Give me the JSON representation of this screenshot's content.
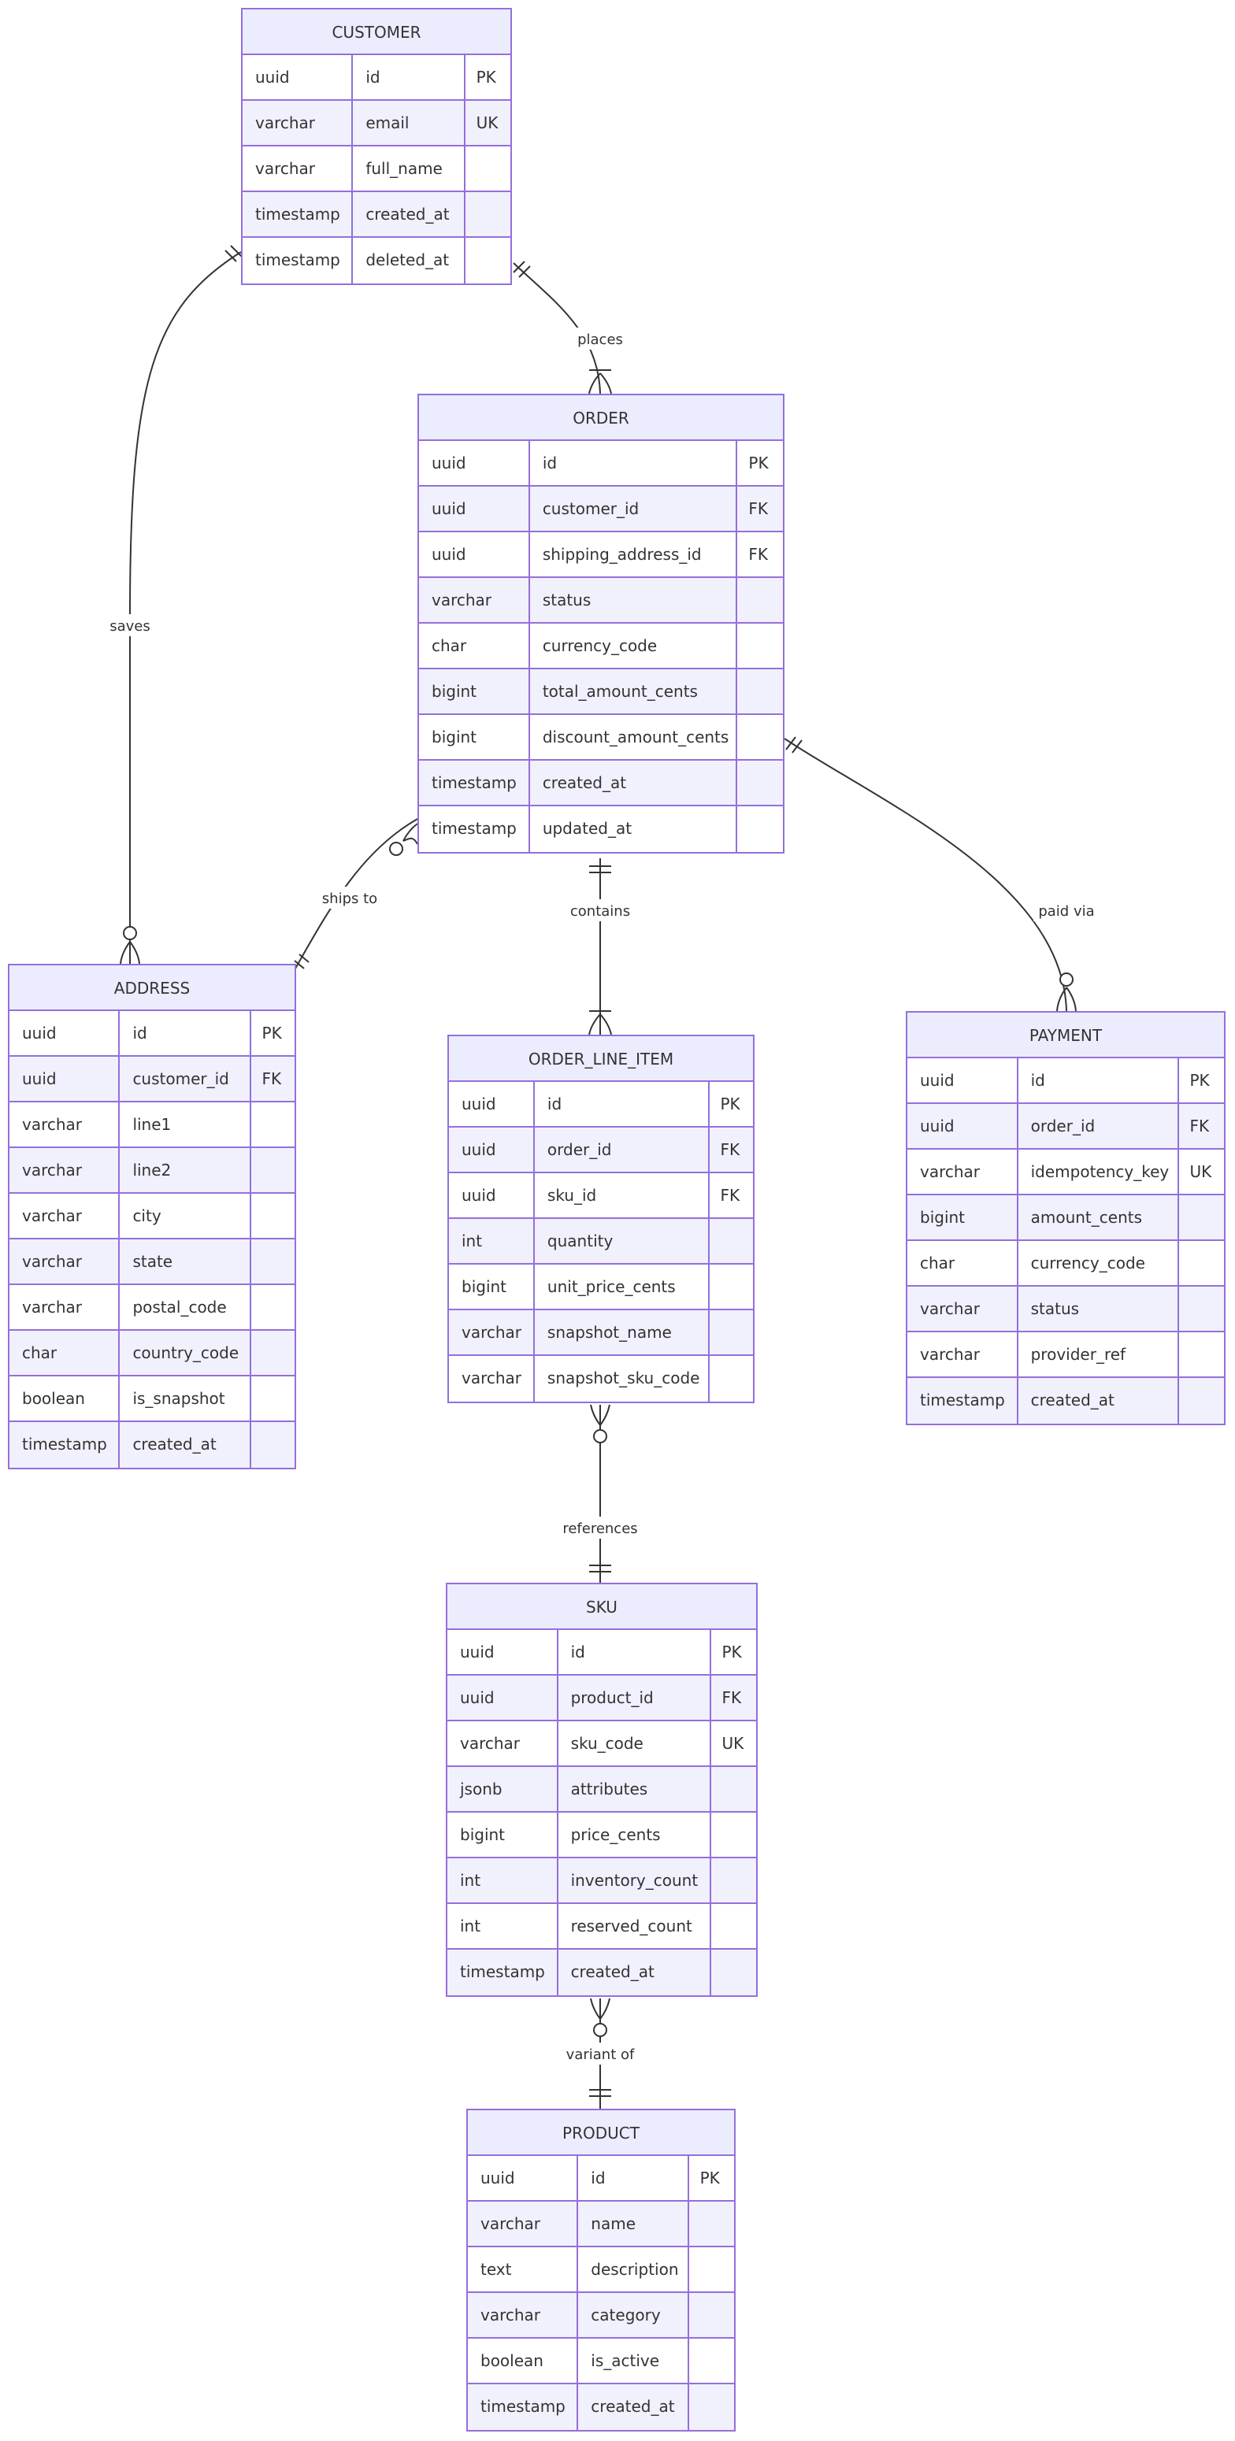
{
  "diagram": {
    "entities": [
      {
        "id": "customer",
        "name": "CUSTOMER",
        "attributes": [
          {
            "type": "uuid",
            "name": "id",
            "key": "PK"
          },
          {
            "type": "varchar",
            "name": "email",
            "key": "UK"
          },
          {
            "type": "varchar",
            "name": "full_name",
            "key": ""
          },
          {
            "type": "timestamp",
            "name": "created_at",
            "key": ""
          },
          {
            "type": "timestamp",
            "name": "deleted_at",
            "key": ""
          }
        ]
      },
      {
        "id": "order",
        "name": "ORDER",
        "attributes": [
          {
            "type": "uuid",
            "name": "id",
            "key": "PK"
          },
          {
            "type": "uuid",
            "name": "customer_id",
            "key": "FK"
          },
          {
            "type": "uuid",
            "name": "shipping_address_id",
            "key": "FK"
          },
          {
            "type": "varchar",
            "name": "status",
            "key": ""
          },
          {
            "type": "char",
            "name": "currency_code",
            "key": ""
          },
          {
            "type": "bigint",
            "name": "total_amount_cents",
            "key": ""
          },
          {
            "type": "bigint",
            "name": "discount_amount_cents",
            "key": ""
          },
          {
            "type": "timestamp",
            "name": "created_at",
            "key": ""
          },
          {
            "type": "timestamp",
            "name": "updated_at",
            "key": ""
          }
        ]
      },
      {
        "id": "address",
        "name": "ADDRESS",
        "attributes": [
          {
            "type": "uuid",
            "name": "id",
            "key": "PK"
          },
          {
            "type": "uuid",
            "name": "customer_id",
            "key": "FK"
          },
          {
            "type": "varchar",
            "name": "line1",
            "key": ""
          },
          {
            "type": "varchar",
            "name": "line2",
            "key": ""
          },
          {
            "type": "varchar",
            "name": "city",
            "key": ""
          },
          {
            "type": "varchar",
            "name": "state",
            "key": ""
          },
          {
            "type": "varchar",
            "name": "postal_code",
            "key": ""
          },
          {
            "type": "char",
            "name": "country_code",
            "key": ""
          },
          {
            "type": "boolean",
            "name": "is_snapshot",
            "key": ""
          },
          {
            "type": "timestamp",
            "name": "created_at",
            "key": ""
          }
        ]
      },
      {
        "id": "order_line_item",
        "name": "ORDER_LINE_ITEM",
        "attributes": [
          {
            "type": "uuid",
            "name": "id",
            "key": "PK"
          },
          {
            "type": "uuid",
            "name": "order_id",
            "key": "FK"
          },
          {
            "type": "uuid",
            "name": "sku_id",
            "key": "FK"
          },
          {
            "type": "int",
            "name": "quantity",
            "key": ""
          },
          {
            "type": "bigint",
            "name": "unit_price_cents",
            "key": ""
          },
          {
            "type": "varchar",
            "name": "snapshot_name",
            "key": ""
          },
          {
            "type": "varchar",
            "name": "snapshot_sku_code",
            "key": ""
          }
        ]
      },
      {
        "id": "payment",
        "name": "PAYMENT",
        "attributes": [
          {
            "type": "uuid",
            "name": "id",
            "key": "PK"
          },
          {
            "type": "uuid",
            "name": "order_id",
            "key": "FK"
          },
          {
            "type": "varchar",
            "name": "idempotency_key",
            "key": "UK"
          },
          {
            "type": "bigint",
            "name": "amount_cents",
            "key": ""
          },
          {
            "type": "char",
            "name": "currency_code",
            "key": ""
          },
          {
            "type": "varchar",
            "name": "status",
            "key": ""
          },
          {
            "type": "varchar",
            "name": "provider_ref",
            "key": ""
          },
          {
            "type": "timestamp",
            "name": "created_at",
            "key": ""
          }
        ]
      },
      {
        "id": "sku",
        "name": "SKU",
        "attributes": [
          {
            "type": "uuid",
            "name": "id",
            "key": "PK"
          },
          {
            "type": "uuid",
            "name": "product_id",
            "key": "FK"
          },
          {
            "type": "varchar",
            "name": "sku_code",
            "key": "UK"
          },
          {
            "type": "jsonb",
            "name": "attributes",
            "key": ""
          },
          {
            "type": "bigint",
            "name": "price_cents",
            "key": ""
          },
          {
            "type": "int",
            "name": "inventory_count",
            "key": ""
          },
          {
            "type": "int",
            "name": "reserved_count",
            "key": ""
          },
          {
            "type": "timestamp",
            "name": "created_at",
            "key": ""
          }
        ]
      },
      {
        "id": "product",
        "name": "PRODUCT",
        "attributes": [
          {
            "type": "uuid",
            "name": "id",
            "key": "PK"
          },
          {
            "type": "varchar",
            "name": "name",
            "key": ""
          },
          {
            "type": "text",
            "name": "description",
            "key": ""
          },
          {
            "type": "varchar",
            "name": "category",
            "key": ""
          },
          {
            "type": "boolean",
            "name": "is_active",
            "key": ""
          },
          {
            "type": "timestamp",
            "name": "created_at",
            "key": ""
          }
        ]
      }
    ],
    "relationships": [
      {
        "id": "places",
        "from": "customer",
        "to": "order",
        "label": "places",
        "from_card": "exactly-one",
        "to_card": "one-or-more"
      },
      {
        "id": "saves",
        "from": "customer",
        "to": "address",
        "label": "saves",
        "from_card": "exactly-one",
        "to_card": "zero-or-more"
      },
      {
        "id": "ships_to",
        "from": "order",
        "to": "address",
        "label": "ships to",
        "from_card": "zero-or-more",
        "to_card": "exactly-one"
      },
      {
        "id": "contains",
        "from": "order",
        "to": "order_line_item",
        "label": "contains",
        "from_card": "exactly-one",
        "to_card": "one-or-more"
      },
      {
        "id": "paid_via",
        "from": "order",
        "to": "payment",
        "label": "paid via",
        "from_card": "exactly-one",
        "to_card": "zero-or-more"
      },
      {
        "id": "references",
        "from": "order_line_item",
        "to": "sku",
        "label": "references",
        "from_card": "zero-or-more",
        "to_card": "exactly-one"
      },
      {
        "id": "variant_of",
        "from": "sku",
        "to": "product",
        "label": "variant of",
        "from_card": "zero-or-more",
        "to_card": "exactly-one"
      }
    ],
    "colors": {
      "border": "#9370db",
      "header_fill": "#ececff",
      "row_fill_alt": "#f1f0fd",
      "line": "#333333",
      "text": "#333333"
    }
  }
}
